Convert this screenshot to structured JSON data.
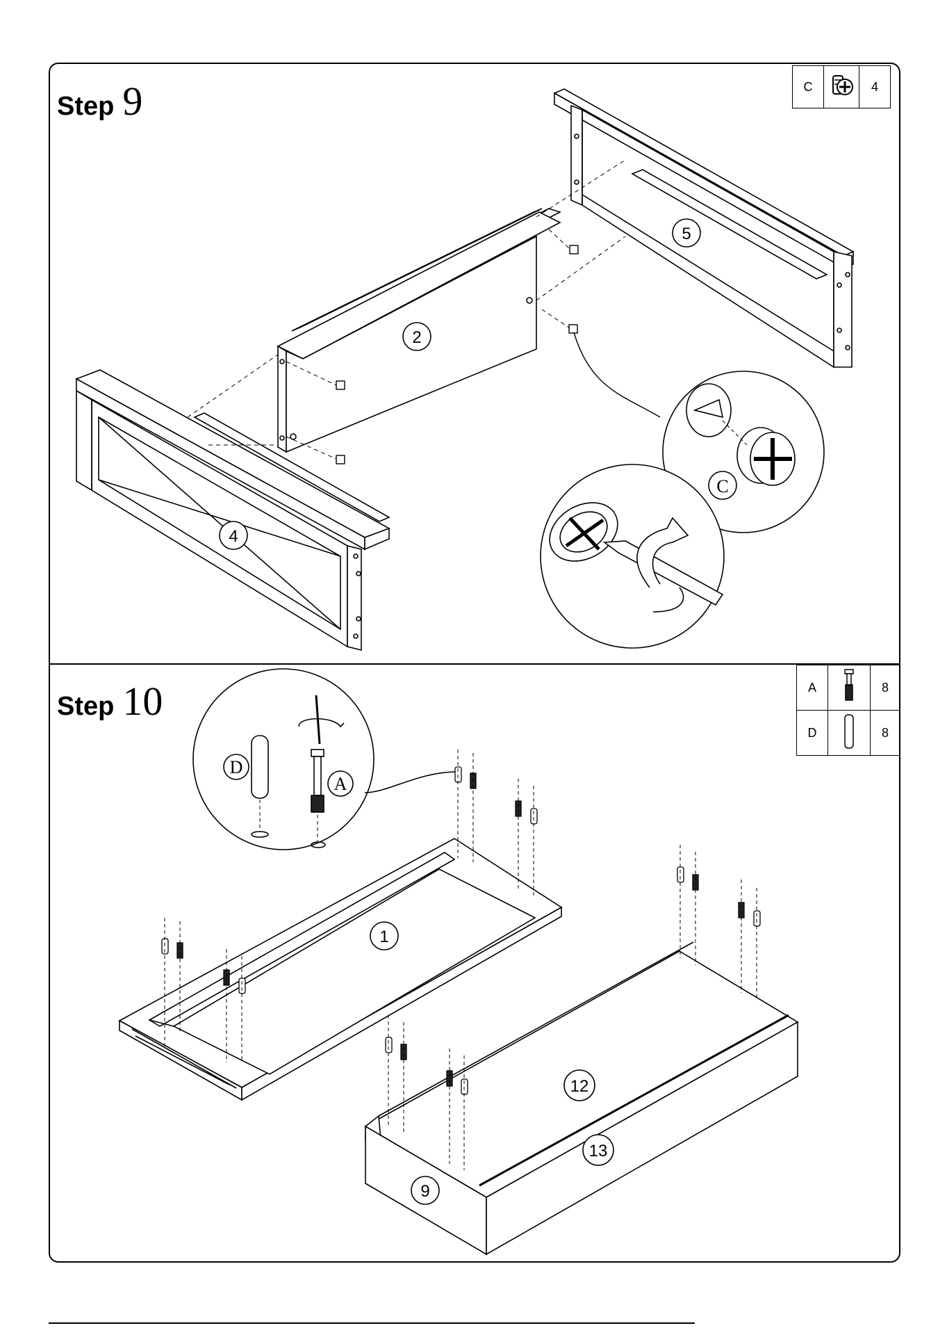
{
  "steps": [
    {
      "word": "Step",
      "number": "9",
      "parts": [
        {
          "letter": "C",
          "qty": "4",
          "icon": "cam-lock-icon"
        }
      ],
      "panel_labels": [
        "2",
        "4",
        "5"
      ],
      "detail_label": "C"
    },
    {
      "word": "Step",
      "number": "10",
      "parts": [
        {
          "letter": "A",
          "qty": "8",
          "icon": "cam-bolt-icon"
        },
        {
          "letter": "D",
          "qty": "8",
          "icon": "wooden-dowel-icon"
        }
      ],
      "panel_labels": [
        "1",
        "12",
        "13",
        "9"
      ],
      "detail_labels": [
        "D",
        "A"
      ]
    }
  ]
}
